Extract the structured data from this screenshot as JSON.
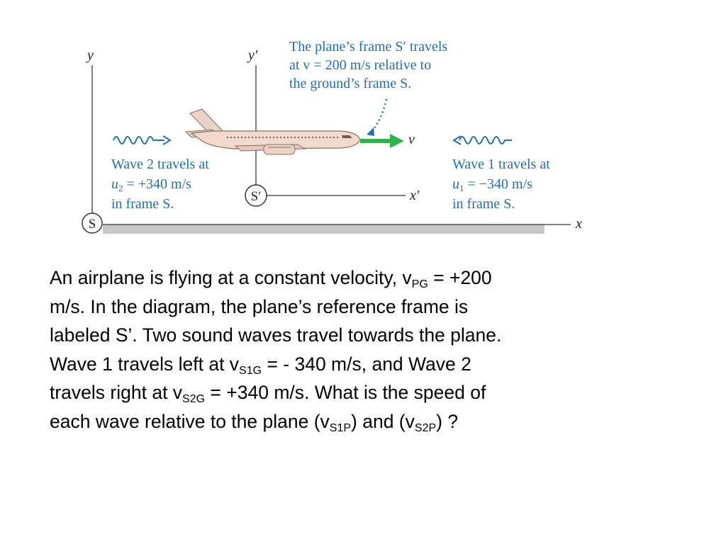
{
  "diagram": {
    "axis_y": "y",
    "axis_y_prime": "y′",
    "axis_x": "x",
    "axis_x_prime": "x′",
    "frame_S": "S",
    "frame_S_prime": "S′",
    "velocity_label": "v",
    "callout": [
      "The plane’s frame S′ travels",
      "at v = 200 m/s relative to",
      "the ground’s frame S."
    ],
    "wave2": {
      "line1": "Wave 2 travels at",
      "symbol": "u",
      "subscript": "2",
      "value": " = +340 m/s",
      "line3": "in frame S."
    },
    "wave1": {
      "line1": "Wave 1 travels at",
      "symbol": "u",
      "subscript": "1",
      "value": " = −340 m/s",
      "line3": "in frame S."
    },
    "colors": {
      "callout_text": "#1d6fb8",
      "wave_arrow": "#1d6fb8",
      "velocity_arrow": "#2db34a",
      "ground": "#c8c8c8",
      "plane_body": "#f2d9cc"
    }
  },
  "problem": {
    "l1a": "An airplane is flying at a constant velocity, v",
    "l1sub": "PG",
    "l1b": " = +200",
    "l2": "m/s.  In the diagram, the plane’s reference frame is",
    "l3": "labeled S’.  Two sound waves travel towards the plane.",
    "l4a": "Wave 1 travels left at v",
    "l4sub": "S1G",
    "l4b": " = - 340 m/s, and Wave 2",
    "l5a": "travels right at  v",
    "l5sub": "S2G",
    "l5b": " = +340 m/s. What is the speed of",
    "l6a": "each wave relative to the plane (v",
    "l6sub1": "S1P",
    "l6b": ") and (v",
    "l6sub2": "S2P",
    "l6c": ") ?"
  }
}
